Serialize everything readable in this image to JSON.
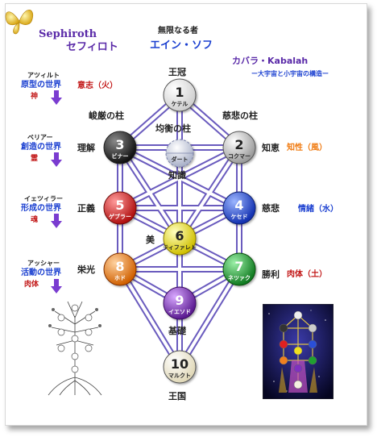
{
  "header": {
    "title_en": "Sephiroth",
    "title_jp": "セフィロト",
    "ain_soph_top": "無限なる者",
    "ain_soph": "エイン・ソフ",
    "kabbalah": "カバラ・Kabalah",
    "kabbalah_sub": "ー大宇宙と小宇宙の構造ー"
  },
  "pillars": {
    "left": "峻厳の柱",
    "middle": "均衡の柱",
    "right": "慈悲の柱"
  },
  "worlds": [
    {
      "reading": "アツィルト",
      "name": "原型の世界",
      "element": "神",
      "quality": "意志（火）"
    },
    {
      "reading": "ベリアー",
      "name": "創造の世界",
      "element": "霊",
      "quality": "知性（風）"
    },
    {
      "reading": "イェツィラー",
      "name": "形成の世界",
      "element": "魂",
      "quality": "情緒（水）"
    },
    {
      "reading": "アッシャー",
      "name": "活動の世界",
      "element": "肉体",
      "quality": "肉体（土）"
    }
  ],
  "sephiroth": [
    {
      "num": "1",
      "name": "ケテル",
      "virtue": "王冠",
      "color": "#e8e8e8"
    },
    {
      "num": "2",
      "name": "コクマー",
      "virtue": "知恵",
      "color": "#c8c8c8"
    },
    {
      "num": "3",
      "name": "ビナー",
      "virtue": "理解",
      "color": "#2a2a2a"
    },
    {
      "num": "",
      "name": "ダート",
      "virtue": "知識",
      "color": "#cfd6e6"
    },
    {
      "num": "4",
      "name": "ケセド",
      "virtue": "慈悲",
      "color": "#2a4fd8"
    },
    {
      "num": "5",
      "name": "ゲブラー",
      "virtue": "正義",
      "color": "#e02020"
    },
    {
      "num": "6",
      "name": "ティファレト",
      "virtue": "美",
      "color": "#f0e020"
    },
    {
      "num": "7",
      "name": "ネツァク",
      "virtue": "勝利",
      "color": "#20a030"
    },
    {
      "num": "8",
      "name": "ホド",
      "virtue": "栄光",
      "color": "#f08020"
    },
    {
      "num": "9",
      "name": "イエソド",
      "virtue": "基礎",
      "color": "#8030c0"
    },
    {
      "num": "10",
      "name": "マルクト",
      "virtue": "王国",
      "color": "#f4f0e0"
    }
  ]
}
